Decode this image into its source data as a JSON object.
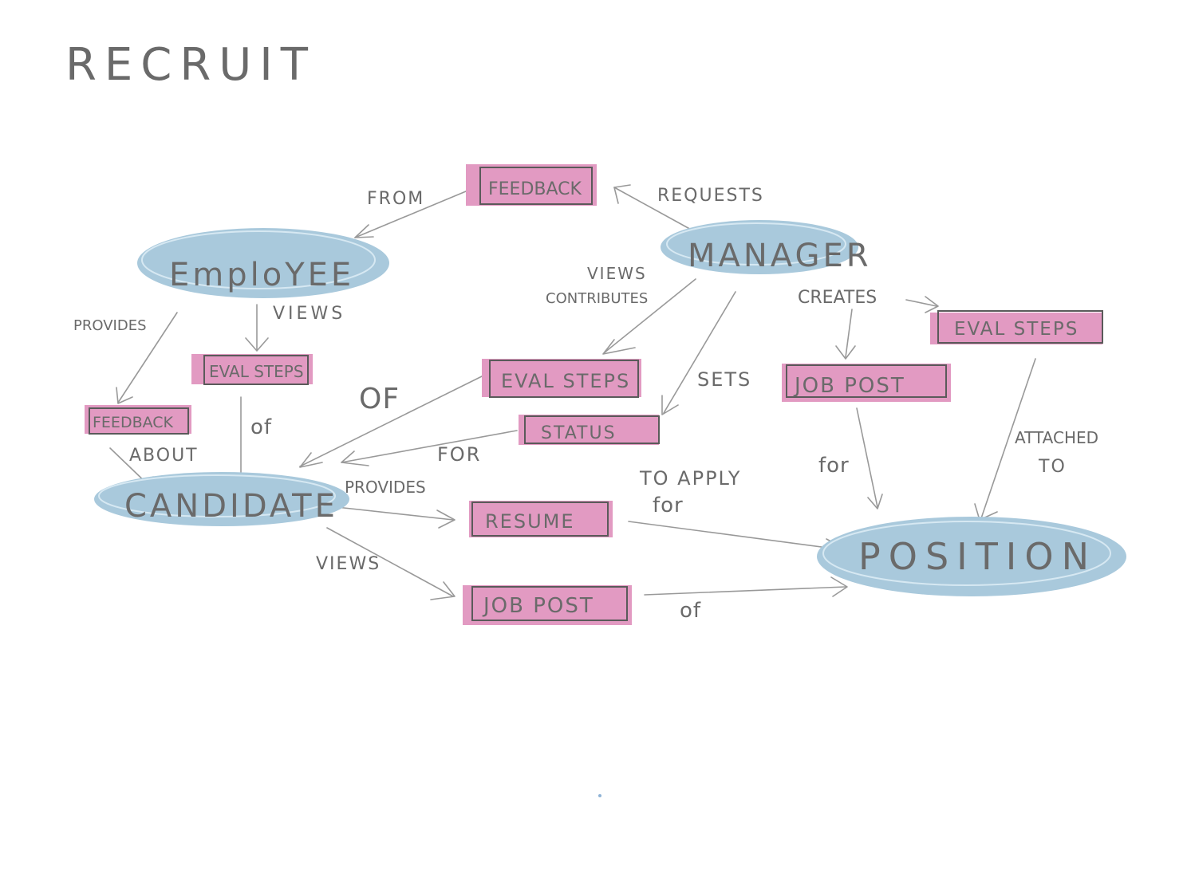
{
  "title": "RECRUIT",
  "colors": {
    "entity_fill": "#a9c9dc",
    "box_fill": "#e29ac2",
    "ink": "#5a5a5a",
    "connector": "#999999"
  },
  "entities": {
    "employee": "EmploYEE",
    "manager": "MANAGER",
    "candidate": "CANDIDATE",
    "position": "POSITION"
  },
  "boxes": {
    "feedback_top": "FEEDBACK",
    "feedback_left": "FEEDBACK",
    "eval_steps_employee": "EVAL STEPS",
    "eval_steps_center": "EVAL STEPS",
    "eval_steps_right": "EVAL STEPS",
    "status": "STATUS",
    "job_post_right": "JOB POST",
    "resume": "RESUME",
    "job_post_bottom": "JOB POST"
  },
  "relations": {
    "from": "FROM",
    "requests": "REQUESTS",
    "provides_left": "PROVIDES",
    "views_employee": "VIEWS",
    "views_contributes_1": "VIEWS",
    "views_contributes_2": "CONTRIBUTES",
    "creates": "CREATES",
    "sets": "SETS",
    "of_center": "OF",
    "of_employee": "of",
    "about": "ABOUT",
    "for_status": "FOR",
    "for_jobpost": "for",
    "attached_1": "ATTACHED",
    "attached_2": "TO",
    "provides_candidate": "PROVIDES",
    "to_apply_1": "TO APPLY",
    "to_apply_2": "for",
    "views_candidate": "VIEWS",
    "of_jobpost": "of"
  }
}
